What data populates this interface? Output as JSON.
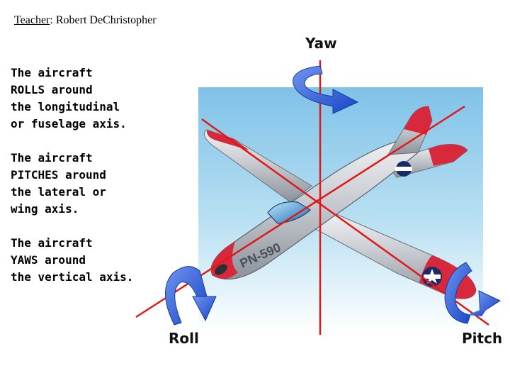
{
  "header": {
    "teacher_label": "Teacher",
    "teacher_sep": ": ",
    "teacher_name": "Robert DeChristopher"
  },
  "text_panel": {
    "roll_lines": [
      "The aircraft",
      "ROLLS around",
      "the longitudinal",
      "or fuselage axis."
    ],
    "pitch_lines": [
      "The aircraft",
      "PITCHES around",
      "the lateral or",
      "wing axis."
    ],
    "yaw_lines": [
      "The aircraft",
      "YAWS around",
      "the vertical axis."
    ]
  },
  "diagram": {
    "labels": {
      "yaw": "Yaw",
      "roll": "Roll",
      "pitch": "Pitch"
    },
    "tail_marking": "PN-590",
    "colors": {
      "sky": "#9fd3ee",
      "axis": "#e01818",
      "arrow": "#1c52d6",
      "fuselage": "#c8ccd2",
      "tip_red": "#d8283c"
    }
  }
}
